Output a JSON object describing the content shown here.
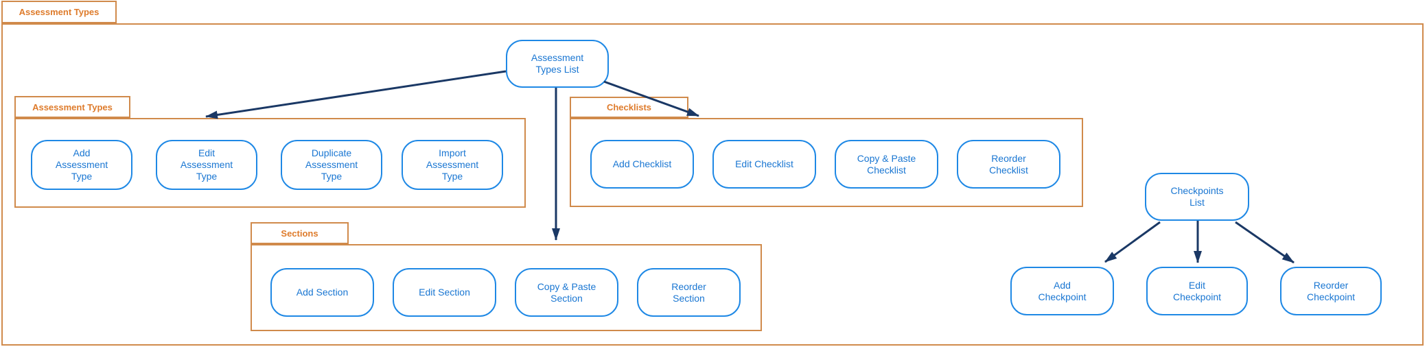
{
  "container": {
    "title": "Assessment Types"
  },
  "nodes": {
    "assessment_types_list": "Assessment\nTypes List",
    "checkpoints_list": "Checkpoints\nList"
  },
  "groups": [
    {
      "title": "Assessment Types",
      "buttons": [
        "Add\nAssessment\nType",
        "Edit\nAssessment\nType",
        "Duplicate\nAssessment\nType",
        "Import\nAssessment\nType"
      ]
    },
    {
      "title": "Checklists",
      "buttons": [
        "Add Checklist",
        "Edit Checklist",
        "Copy & Paste\nChecklist",
        "Reorder\nChecklist"
      ]
    },
    {
      "title": "Sections",
      "buttons": [
        "Add Section",
        "Edit Section",
        "Copy & Paste\nSection",
        "Reorder\nSection"
      ]
    }
  ],
  "checkpoint_actions": [
    "Add\nCheckpoint",
    "Edit\nCheckpoint",
    "Reorder\nCheckpoint"
  ],
  "connections": [
    {
      "from": "Assessment Types List",
      "to": "Assessment Types group"
    },
    {
      "from": "Assessment Types List",
      "to": "Checklists group"
    },
    {
      "from": "Assessment Types List",
      "to": "Sections group"
    },
    {
      "from": "Checkpoints List",
      "to": "Add Checkpoint"
    },
    {
      "from": "Checkpoints List",
      "to": "Edit Checkpoint"
    },
    {
      "from": "Checkpoints List",
      "to": "Reorder Checkpoint"
    }
  ],
  "colors": {
    "shape_stroke": "#1e88e5",
    "shape_text": "#1976d2",
    "frame_stroke": "#d08a4b",
    "frame_title_text": "#de7b2b",
    "arrow": "#1a3865"
  }
}
